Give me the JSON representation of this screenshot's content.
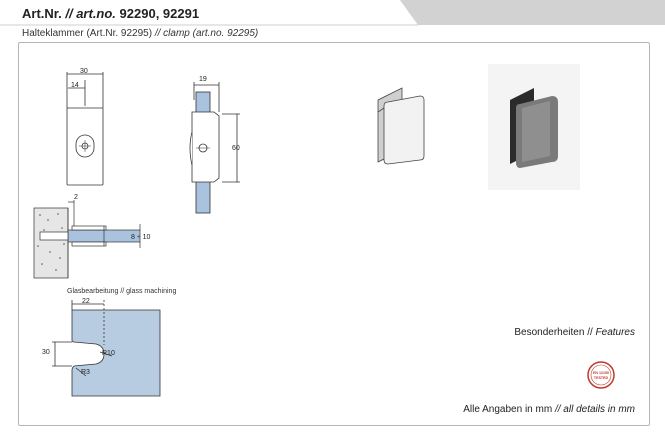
{
  "header": {
    "title_prefix": "Art.Nr.",
    "title_italic": "// art.no.",
    "title_numbers": "92290, 92291",
    "subtitle_main": "Halteklammer (Art.Nr. 92295)",
    "subtitle_italic": "// clamp (art.no. 92295)"
  },
  "drawing": {
    "front_width": "30",
    "front_offset": "14",
    "side_depth": "19",
    "side_height": "60",
    "section_gap": "2",
    "section_glass": "8 ÷ 10",
    "machining_caption": "Glasbearbeitung // glass machining",
    "machining_width": "22",
    "machining_height": "30",
    "radius_large": "R10",
    "radius_small": "R3"
  },
  "features": {
    "label": "Besonderheiten",
    "separator": "//",
    "label_italic": "Features"
  },
  "footer": {
    "note": "Alle Angaben in mm",
    "note_italic": "// all details in mm"
  },
  "badge": {
    "line1": "EN 12150",
    "line2": "TESTED"
  },
  "colors": {
    "header_band": "#d9d9d9",
    "glass_blue": "#a9c3df",
    "steel": "#777777",
    "badge_red": "#c0392b"
  }
}
